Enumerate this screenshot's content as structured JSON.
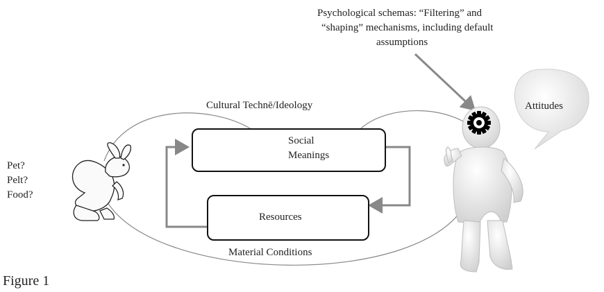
{
  "schema_label": {
    "line1": "Psychological schemas: “Filtering” and",
    "line2": "“shaping” mechanisms, including default",
    "line3": "assumptions"
  },
  "ideology_label": "Cultural Technē/Ideology",
  "attitudes_label": "Attitudes",
  "social_box": {
    "line1": "Social",
    "line2": "Meanings"
  },
  "resources_box": {
    "label": "Resources"
  },
  "material_label": "Material Conditions",
  "rabbit_questions": [
    "Pet?",
    "Pelt?",
    "Food?"
  ],
  "figure_caption": "Figure 1",
  "colors": {
    "loop_arrow": "#888888",
    "box_border": "#111111",
    "network_bg": "#efe7dc",
    "figure_fill": "#f2f2f2",
    "gear": "#000000"
  },
  "icons": [
    "rabbit-illustration",
    "person-figure",
    "gear-icon",
    "speech-bubble",
    "network-image"
  ]
}
